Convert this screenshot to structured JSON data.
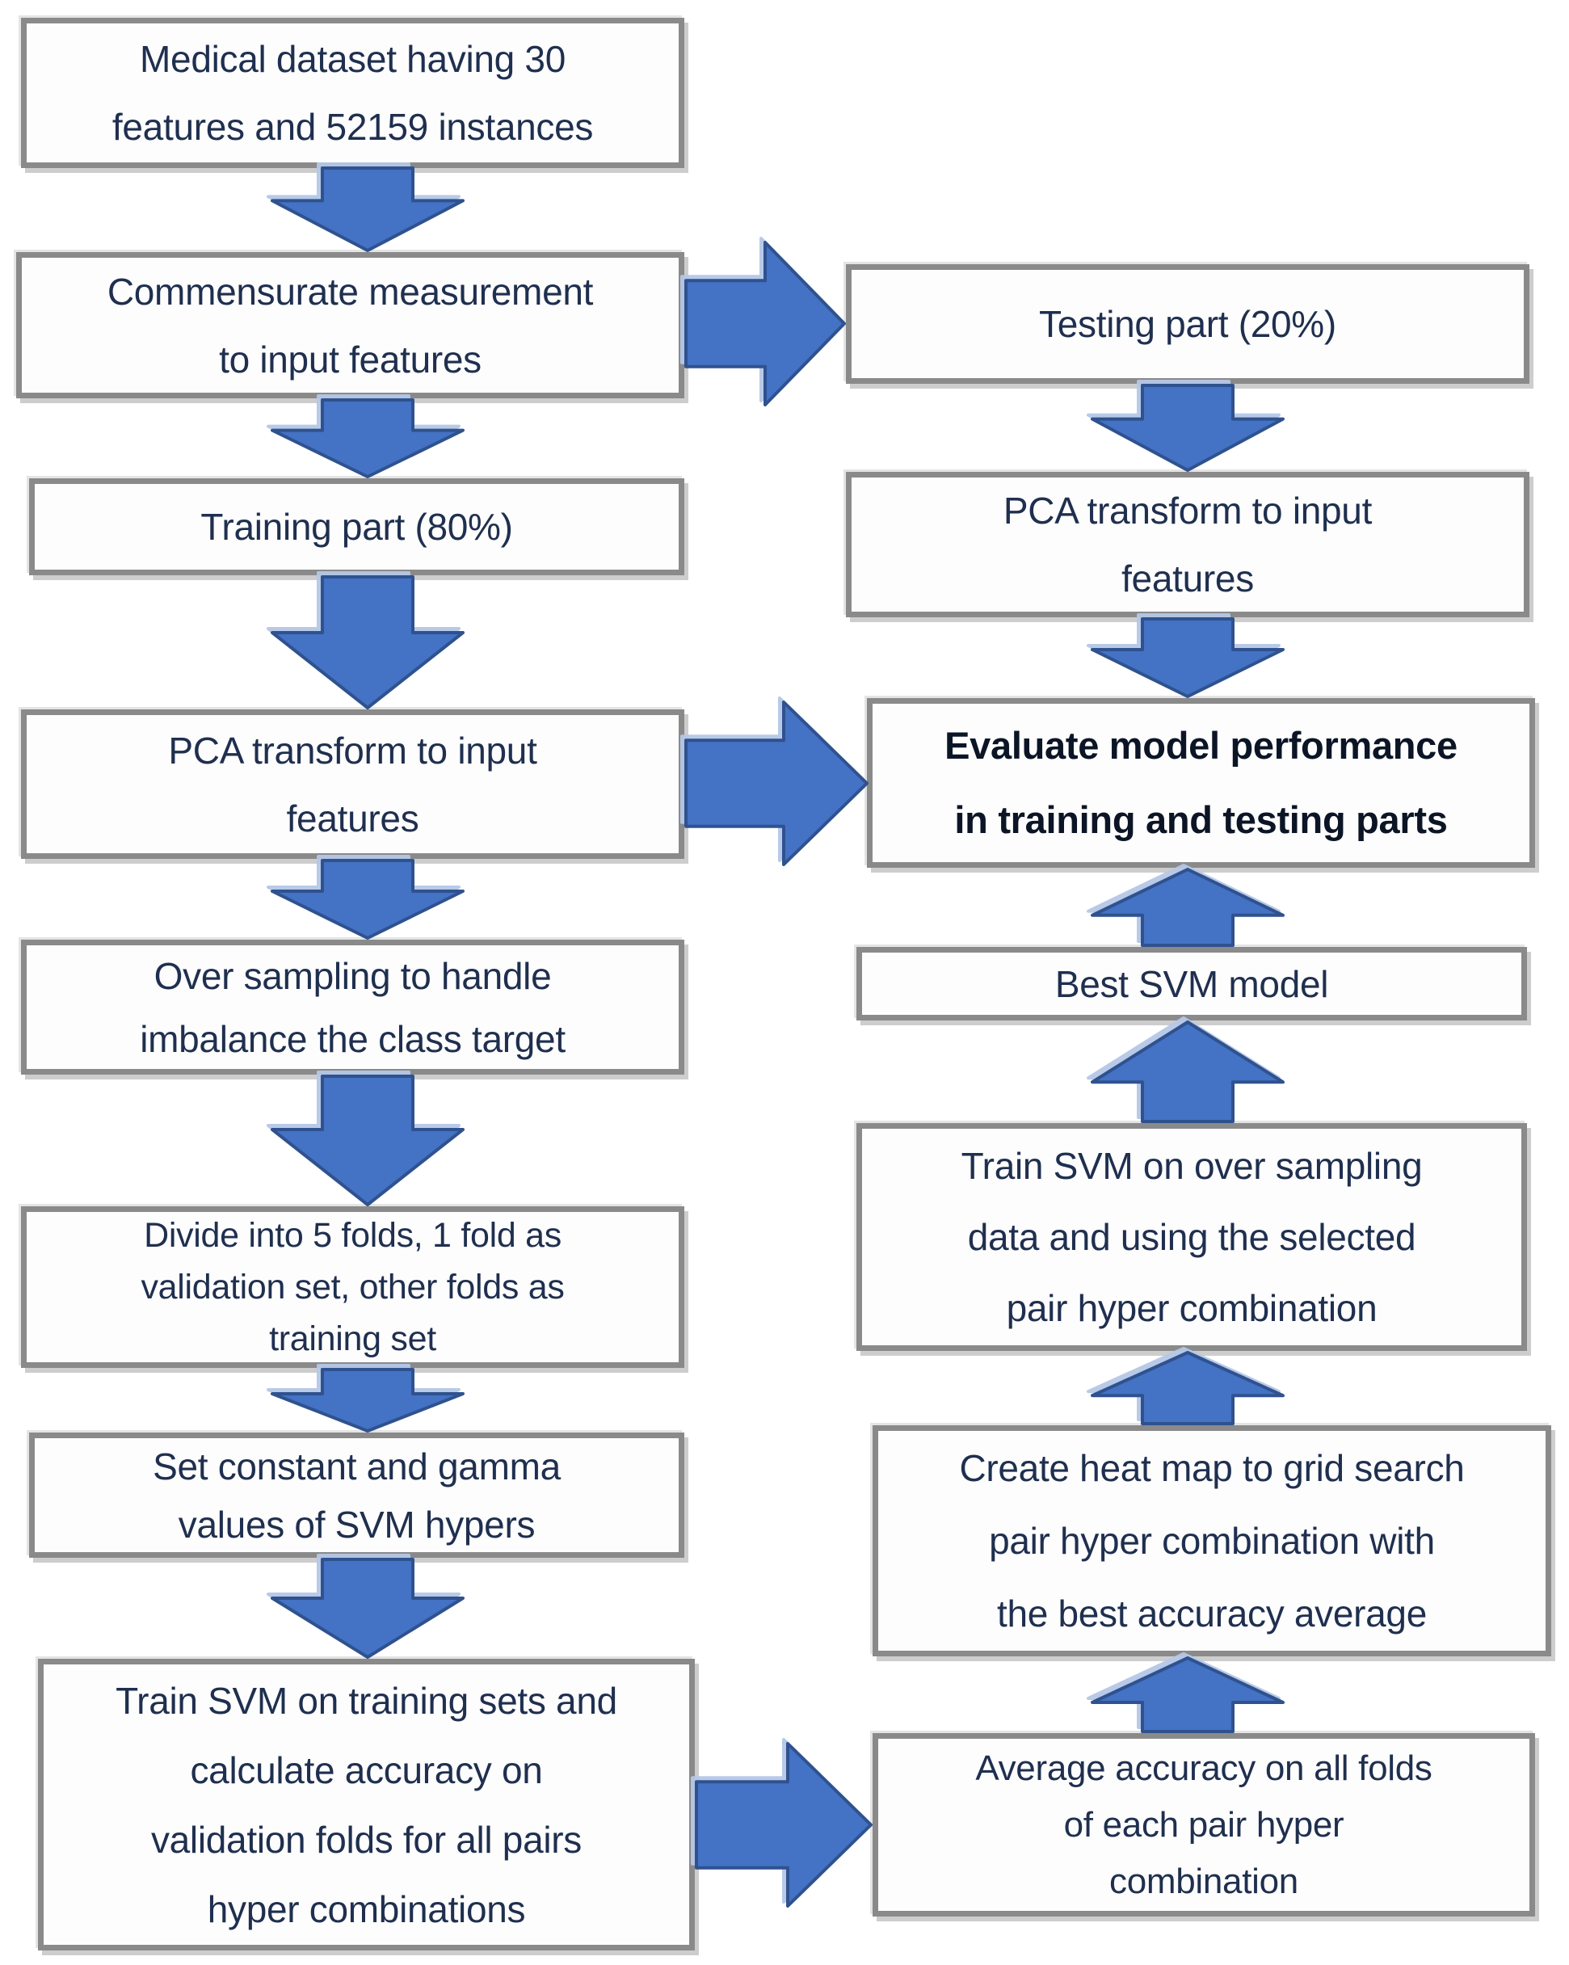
{
  "flowchart": {
    "left_column": [
      "Medical dataset having 30\nfeatures and 52159 instances",
      "Commensurate measurement\nto input features",
      "Training part (80%)",
      "PCA transform to input\nfeatures",
      "Over sampling to handle\nimbalance the class target",
      "Divide into 5 folds, 1 fold as\nvalidation set, other folds as\ntraining set",
      "Set constant and gamma\nvalues of SVM hypers",
      "Train SVM on training sets and\ncalculate accuracy on\nvalidation folds for all pairs\nhyper combinations"
    ],
    "right_column": [
      "Testing part (20%)",
      "PCA transform to input\nfeatures",
      "Evaluate model performance\nin training and testing parts",
      "Best SVM model",
      "Train SVM on over sampling\ndata and using the selected\npair hyper combination",
      "Create heat map to grid search\npair hyper combination with\nthe best accuracy average",
      "Average accuracy on all folds\nof each pair hyper\ncombination"
    ],
    "colors": {
      "arrow_fill": "#4472c4",
      "arrow_outline": "#2f528f",
      "arrow_highlight": "#b4c7e7",
      "box_border": "#8a8a8a",
      "box_background": "#fdfdfd",
      "text_color": "#1f2f4f",
      "bold_text_color": "#0b1526"
    }
  }
}
